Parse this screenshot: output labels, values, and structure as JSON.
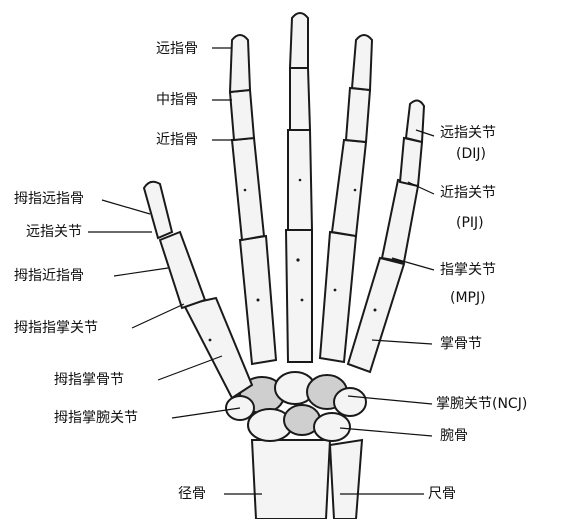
{
  "labels": {
    "distal_phalanx": "远指骨",
    "middle_phalanx": "中指骨",
    "proximal_phalanx": "近指骨",
    "thumb_distal_phalanx": "拇指远指骨",
    "distal_joint_left": "远指关节",
    "thumb_proximal_phalanx": "拇指近指骨",
    "thumb_mcp_joint": "拇指指掌关节",
    "thumb_metacarpal": "拇指掌骨节",
    "thumb_cmc_joint": "拇指掌腕关节",
    "radius": "径骨",
    "dij_name": "远指关节",
    "dij_abbr": "(DIJ)",
    "pij_name": "近指关节",
    "pij_abbr": "(PIJ)",
    "mpj_name": "指掌关节",
    "mpj_abbr": "(MPJ)",
    "metacarpal": "掌骨节",
    "ncj": "掌腕关节(NCJ)",
    "carpal": "腕骨",
    "ulna": "尺骨"
  }
}
